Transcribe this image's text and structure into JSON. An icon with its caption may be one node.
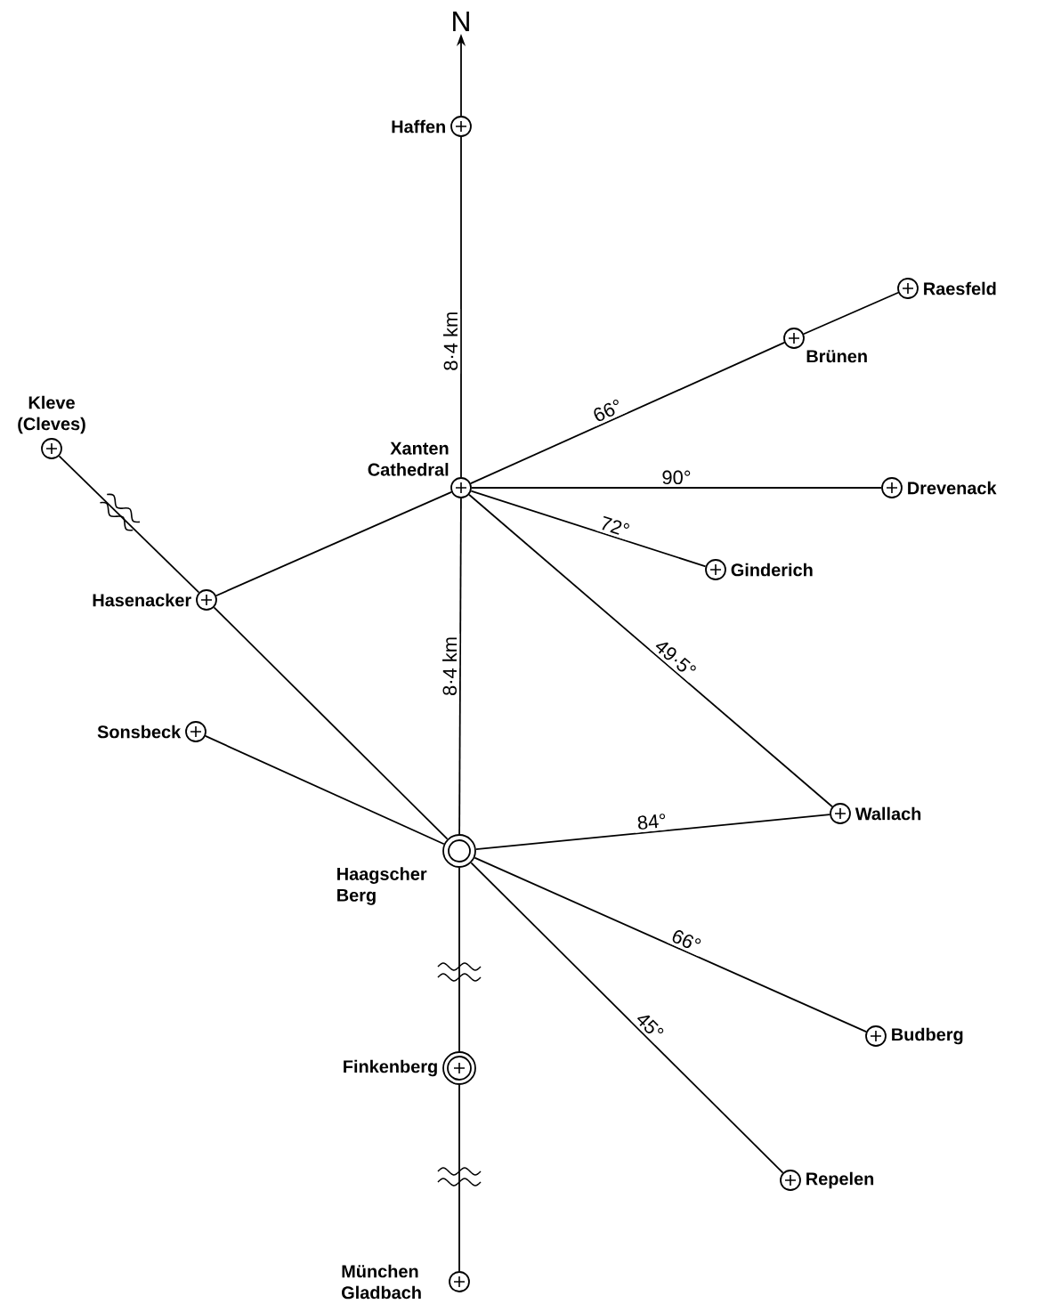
{
  "diagram": {
    "nodes": [
      {
        "text": [
          "Haffen"
        ]
      },
      {
        "text": [
          "Raesfeld"
        ]
      },
      {
        "text": [
          "Brünen"
        ]
      },
      {
        "text": [
          "Kleve (Cleves)"
        ]
      },
      {
        "text": [
          "Xanten Cathedral"
        ]
      },
      {
        "text": [
          "Drevenack"
        ]
      },
      {
        "text": [
          "Ginderich"
        ]
      },
      {
        "text": [
          "Hasenacker"
        ]
      },
      {
        "text": [
          "Sonsbeck"
        ]
      },
      {
        "text": [
          "Wallach"
        ]
      },
      {
        "text": [
          "Haagscher Berg"
        ]
      },
      {
        "text": [
          "Budberg"
        ]
      },
      {
        "text": [
          "Finkenberg"
        ]
      },
      {
        "text": [
          "Repelen"
        ]
      },
      {
        "text": [
          "München Gladbach"
        ]
      },
      {
        "text": [
          "N"
        ]
      }
    ],
    "edges": [
      {
        "from": 0,
        "to": 15,
        "arrow": "to"
      },
      {
        "from": 0,
        "to": 4,
        "arrow": "none",
        "label": "8·4 km"
      },
      {
        "from": 4,
        "to": 2,
        "arrow": "none",
        "label": "66°"
      },
      {
        "from": 2,
        "to": 1,
        "arrow": "none"
      },
      {
        "from": 4,
        "to": 5,
        "arrow": "none",
        "label": "90°"
      },
      {
        "from": 4,
        "to": 6,
        "arrow": "none",
        "label": "72°"
      },
      {
        "from": 4,
        "to": 9,
        "arrow": "none",
        "label": "49·5°"
      },
      {
        "from": 4,
        "to": 7,
        "arrow": "none"
      },
      {
        "from": 4,
        "to": 10,
        "arrow": "none",
        "label": "8·4 km"
      },
      {
        "from": 3,
        "to": 7,
        "arrow": "none"
      },
      {
        "from": 7,
        "to": 10,
        "arrow": "none"
      },
      {
        "from": 8,
        "to": 10,
        "arrow": "none"
      },
      {
        "from": 10,
        "to": 9,
        "arrow": "none",
        "label": "84°"
      },
      {
        "from": 10,
        "to": 11,
        "arrow": "none",
        "label": "66°"
      },
      {
        "from": 10,
        "to": 13,
        "arrow": "none",
        "label": "45°"
      },
      {
        "from": 10,
        "to": 12,
        "arrow": "none"
      },
      {
        "from": 12,
        "to": 14,
        "arrow": "none"
      }
    ]
  }
}
